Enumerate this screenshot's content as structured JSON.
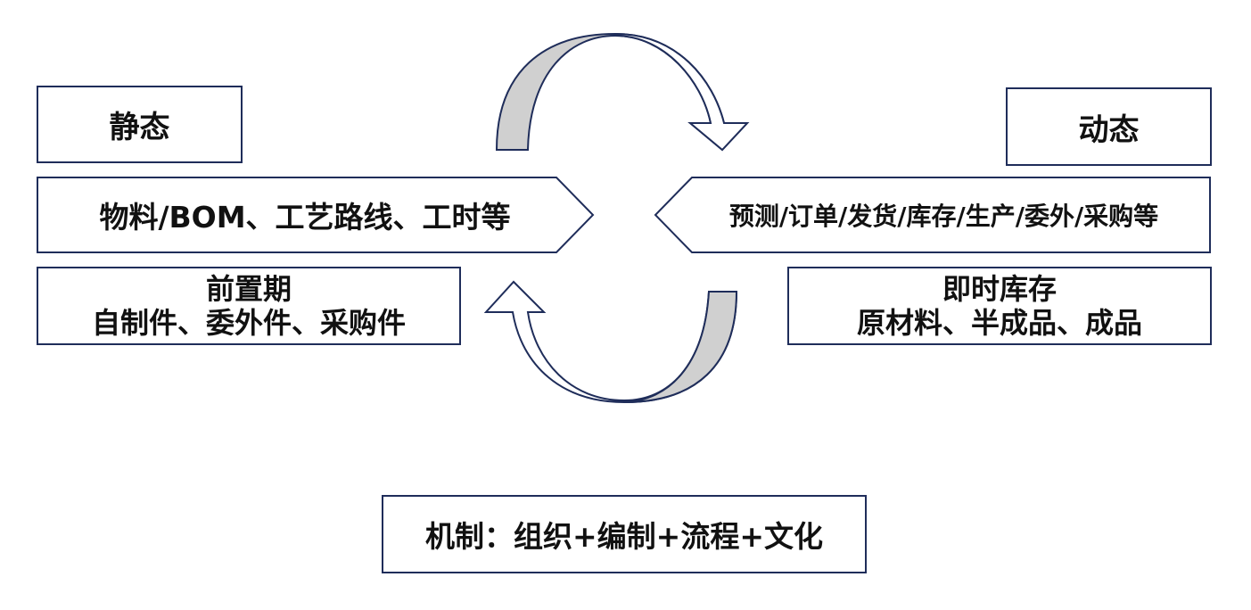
{
  "static": {
    "title": "静态",
    "items": "物料/BOM、工艺路线、工时等",
    "lead_line1": "前置期",
    "lead_line2": "自制件、委外件、采购件"
  },
  "dynamic": {
    "title": "动态",
    "items": "预测/订单/发货/库存/生产/委外/采购等",
    "stock_line1": "即时库存",
    "stock_line2": "原材料、半成品、成品"
  },
  "mechanism": "机制：组织+编制+流程+文化",
  "colors": {
    "border": "#1f2d5a",
    "arrow_fill": "#d0d0d0"
  }
}
